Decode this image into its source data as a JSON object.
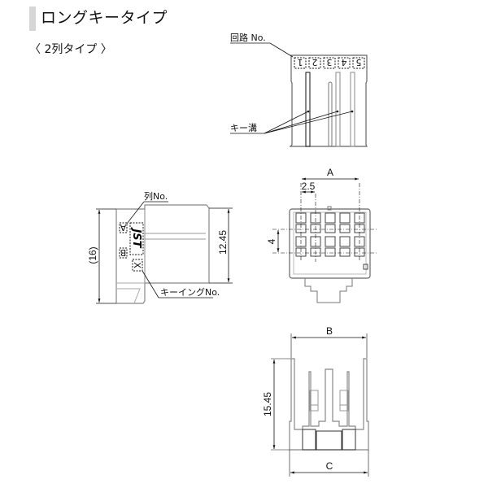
{
  "header": {
    "title": "ロングキータイプ",
    "subtitle": "〈 2列タイプ 〉"
  },
  "top_view": {
    "circuit_label": "回路 No.",
    "circuit_numbers": [
      "1",
      "2",
      "3",
      "4",
      "5"
    ],
    "key_groove_label": "キー溝"
  },
  "side_view": {
    "row_label": "列No.",
    "row_markers": [
      "A",
      "B"
    ],
    "brand_mark": "JST",
    "keying_marker": "X",
    "keying_label": "キーイングNo.",
    "dim_overall": "(16)",
    "dim_body": "12.45"
  },
  "front_view": {
    "dim_a": "A",
    "dim_pitch": "2.5",
    "dim_row_pitch": "4"
  },
  "bottom_view": {
    "dim_b": "B",
    "dim_height": "15.45",
    "dim_c": "C"
  },
  "colors": {
    "outline": "#555555",
    "grey_line": "#9a9a9a",
    "title_bar": "#d6d6d6"
  }
}
